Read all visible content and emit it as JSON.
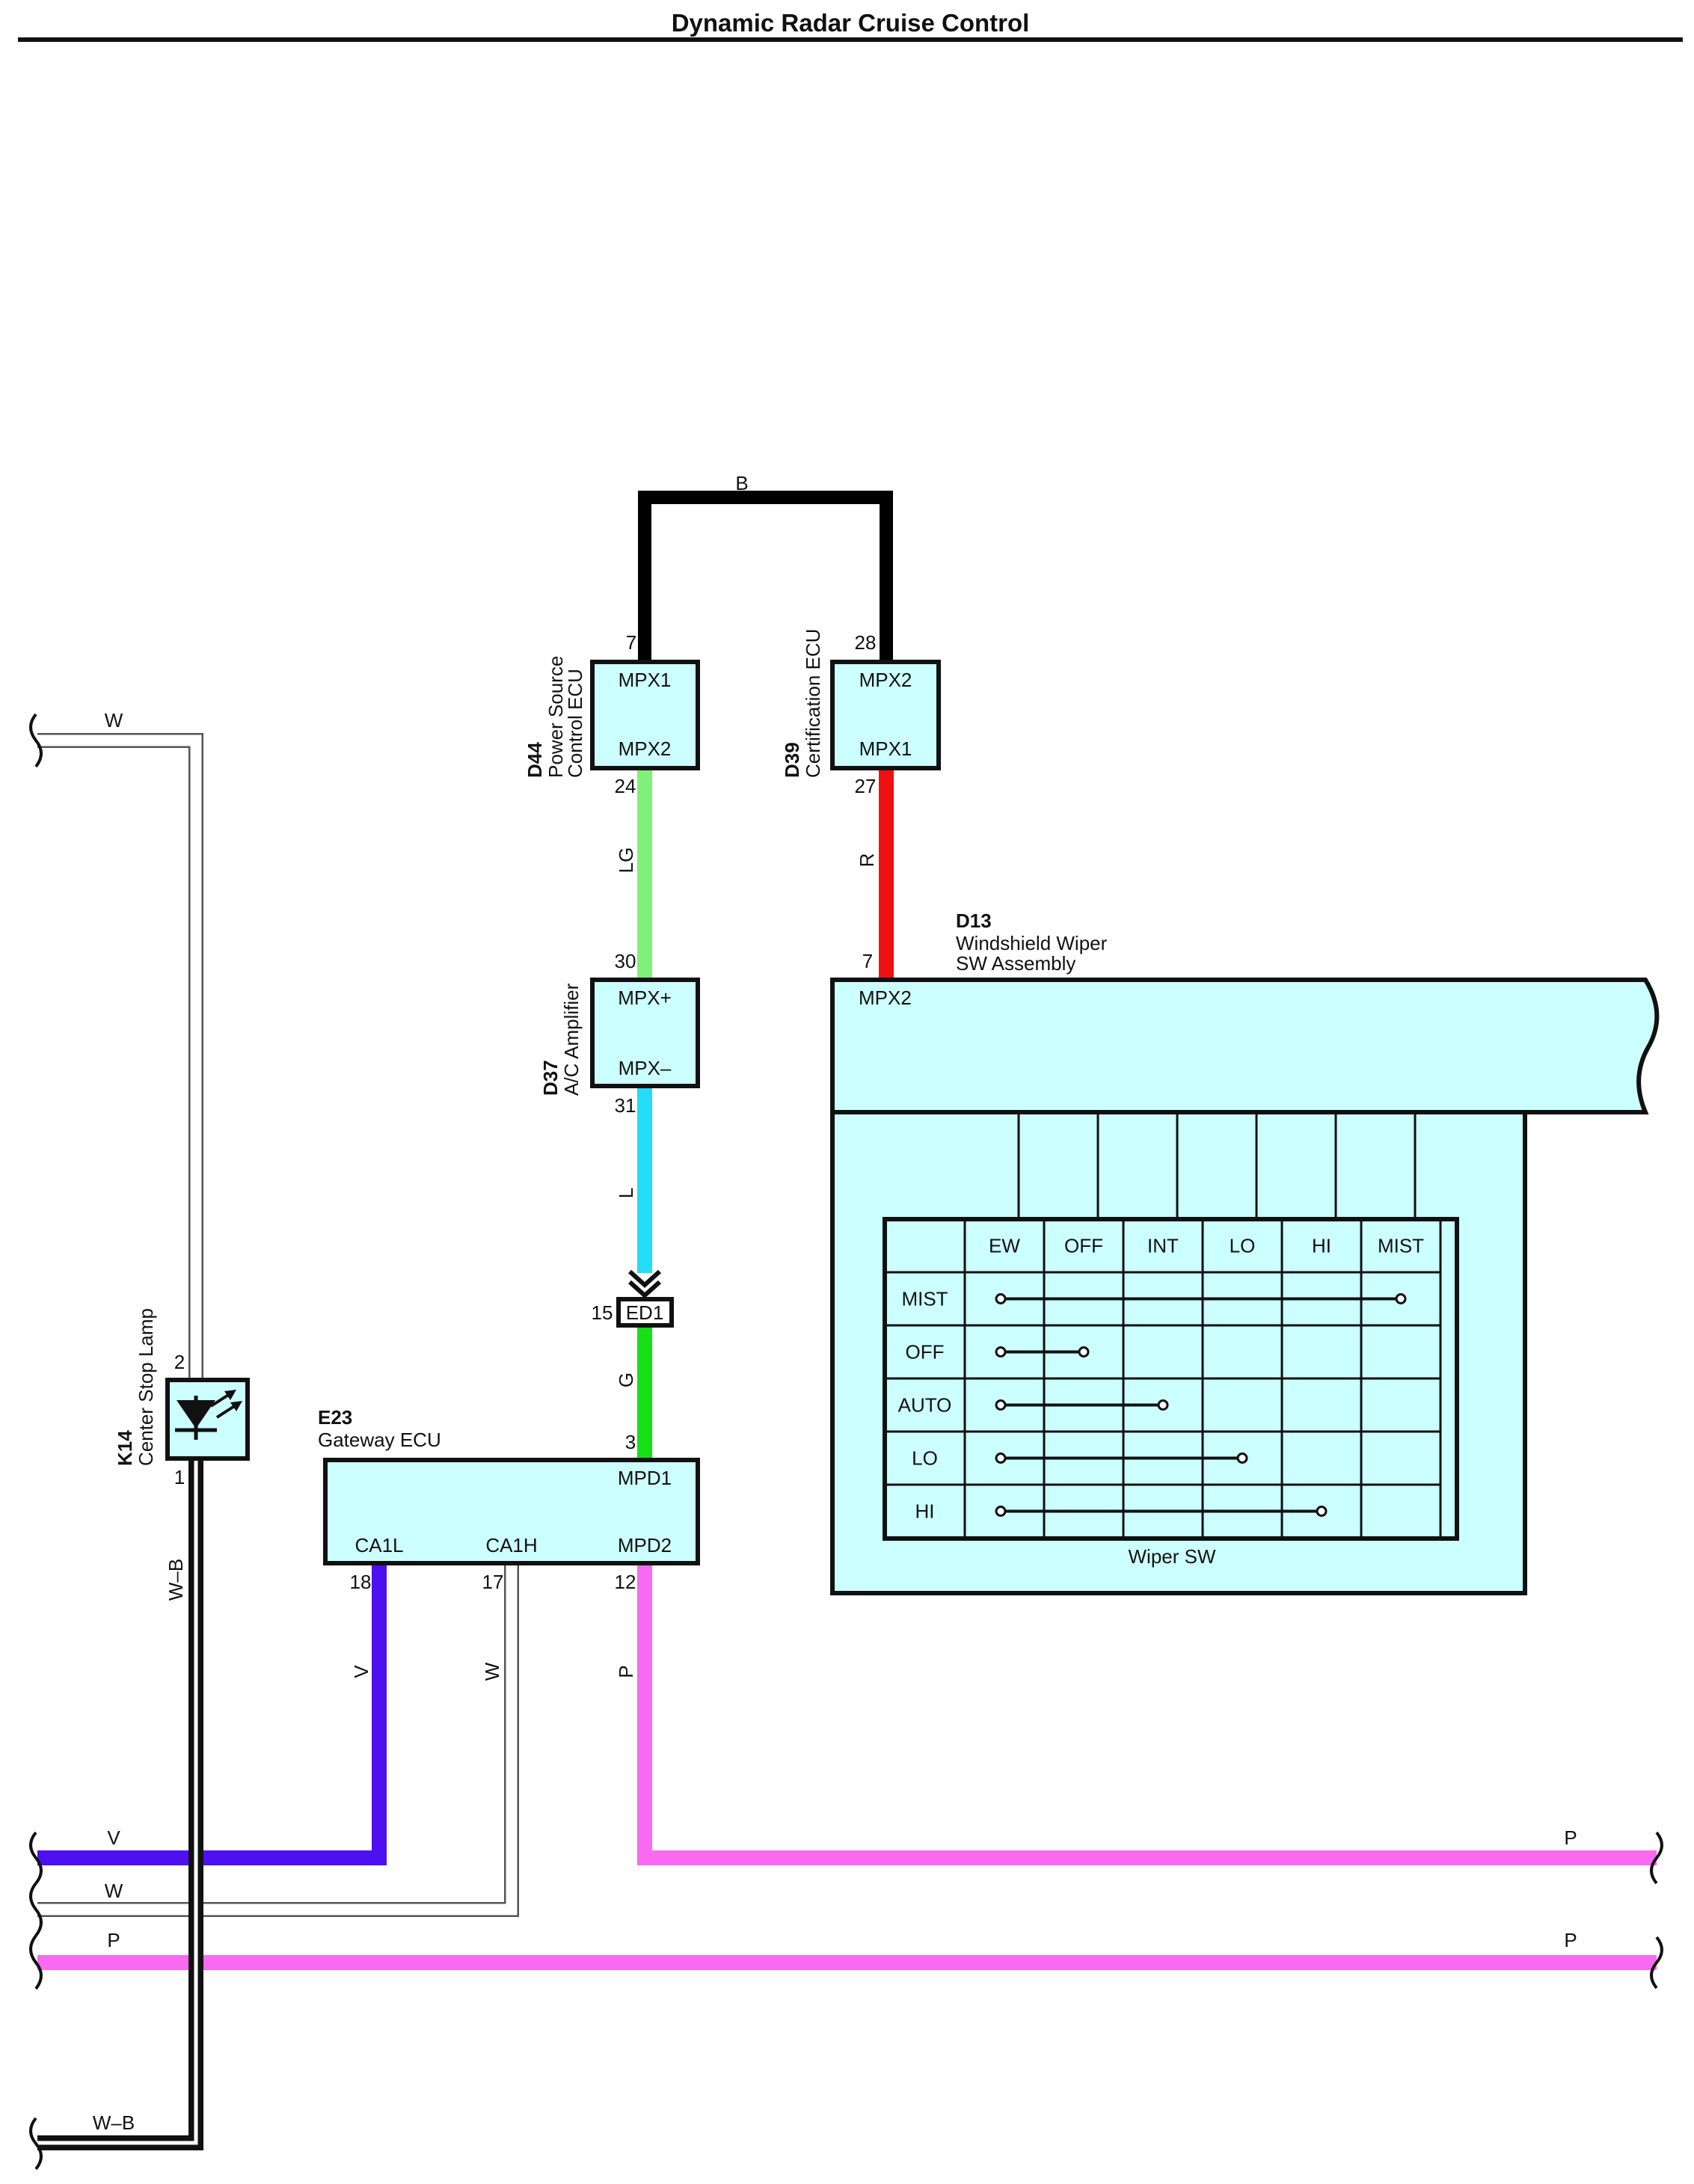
{
  "page": {
    "title": "Dynamic Radar Cruise Control"
  },
  "components": {
    "d44": {
      "code": "D44",
      "name1": "Power Source",
      "name2": "Control ECU",
      "pin_top_label": "MPX1",
      "pin_bottom_label": "MPX2",
      "pin_top_no": "7",
      "pin_bottom_no": "24"
    },
    "d39": {
      "code": "D39",
      "name": "Certification ECU",
      "pin_top_label": "MPX2",
      "pin_bottom_label": "MPX1",
      "pin_top_no": "28",
      "pin_bottom_no": "27"
    },
    "d37": {
      "code": "D37",
      "name": "A/C Amplifier",
      "pin_top_label": "MPX+",
      "pin_bottom_label": "MPX–",
      "pin_top_no": "30",
      "pin_bottom_no": "31"
    },
    "ed1": {
      "label": "ED1",
      "pin_no": "15"
    },
    "e23": {
      "code": "E23",
      "name": "Gateway ECU",
      "pin_mpd1_label": "MPD1",
      "pin_ca1l_label": "CA1L",
      "pin_ca1h_label": "CA1H",
      "pin_mpd2_label": "MPD2",
      "pin_mpd1_no": "3",
      "pin_ca1l_no": "18",
      "pin_ca1h_no": "17",
      "pin_mpd2_no": "12"
    },
    "k14": {
      "code": "K14",
      "name": "Center Stop Lamp",
      "pin_top_no": "2",
      "pin_bottom_no": "1"
    },
    "d13": {
      "code": "D13",
      "name1": "Windshield Wiper",
      "name2": "SW Assembly",
      "pin_label": "MPX2",
      "pin_no": "7",
      "table_caption": "Wiper SW"
    }
  },
  "wires": {
    "b": {
      "label": "B",
      "color": "#000000"
    },
    "lg": {
      "label": "LG",
      "color": "#80f07a"
    },
    "r": {
      "label": "R",
      "color": "#f01010"
    },
    "l": {
      "label": "L",
      "color": "#22ddf5"
    },
    "g": {
      "label": "G",
      "color": "#16e016"
    },
    "v": {
      "label": "V",
      "color": "#4d10f0"
    },
    "w": {
      "label": "W",
      "color": "#ffffff"
    },
    "p": {
      "label": "P",
      "color": "#f86af0"
    },
    "wb": {
      "label": "W–B",
      "color": "#000000"
    }
  },
  "edge_labels": {
    "w_top": "W",
    "v_left": "V",
    "w_left": "W",
    "p_left": "P",
    "wb_left": "W–B",
    "p_right_top": "P",
    "p_right_bottom": "P"
  },
  "wiper_table": {
    "columns": [
      "EW",
      "OFF",
      "INT",
      "LO",
      "HI",
      "MIST"
    ],
    "rows": [
      {
        "label": "MIST",
        "from": 0,
        "to": 5
      },
      {
        "label": "OFF",
        "from": 0,
        "to": 1
      },
      {
        "label": "AUTO",
        "from": 0,
        "to": 2
      },
      {
        "label": "LO",
        "from": 0,
        "to": 3
      },
      {
        "label": "HI",
        "from": 0,
        "to": 4
      }
    ]
  }
}
